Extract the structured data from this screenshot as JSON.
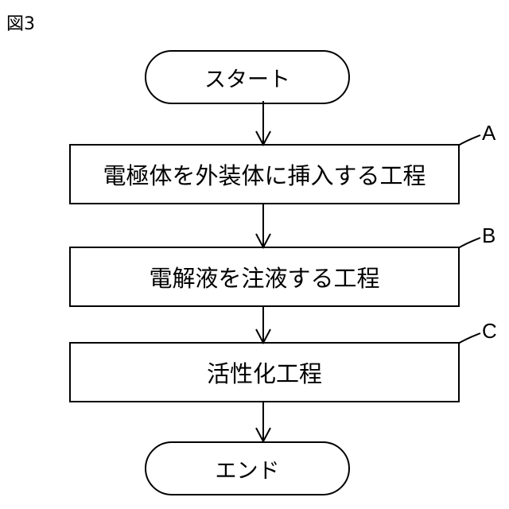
{
  "figure": {
    "label": "図3"
  },
  "flowchart": {
    "start": "スタート",
    "end": "エンド",
    "steps": [
      {
        "ref": "A",
        "text": "電極体を外装体に挿入する工程"
      },
      {
        "ref": "B",
        "text": "電解液を注液する工程"
      },
      {
        "ref": "C",
        "text": "活性化工程"
      }
    ]
  }
}
